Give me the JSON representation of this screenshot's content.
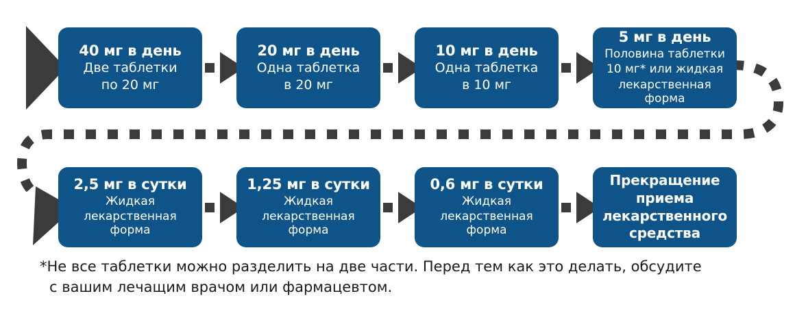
{
  "diagram": {
    "title_text": "",
    "colors": {
      "box_blue": "#0e5489",
      "arrow_gray": "#3b3b3b",
      "text_white": "#ffffff",
      "footnote_black": "#1a1a1a",
      "background": "#ffffff"
    },
    "row1": [
      {
        "id": "step-40mg",
        "title": "40 мг в день",
        "sub_lines": [
          "Две таблетки",
          "по 20 мг"
        ]
      },
      {
        "id": "step-20mg",
        "title": "20 мг в день",
        "sub_lines": [
          "Одна таблетка",
          "в 20 мг"
        ]
      },
      {
        "id": "step-10mg",
        "title": "10 мг в день",
        "sub_lines": [
          "Одна таблетка",
          "в 10 мг"
        ]
      },
      {
        "id": "step-5mg",
        "title": "5 мг в день",
        "sub_lines": [
          "Половина таблетки",
          "10 мг* или жидкая",
          "лекарственная форма"
        ]
      }
    ],
    "row2": [
      {
        "id": "step-2-5mg",
        "title": "2,5 мг в сутки",
        "sub_lines": [
          "Жидкая",
          "лекарственная форма"
        ]
      },
      {
        "id": "step-1-25mg",
        "title": "1,25 мг в сутки",
        "sub_lines": [
          "Жидкая",
          "лекарственная форма"
        ]
      },
      {
        "id": "step-0-6mg",
        "title": "0,6 мг в сутки",
        "sub_lines": [
          "Жидкая",
          "лекарственная форма"
        ]
      },
      {
        "id": "step-stop",
        "title": "Прекращение приема лекарственного средства",
        "sub_lines": []
      }
    ],
    "footnote": {
      "line1": "*Не все таблетки можно разделить на две части. Перед тем как это делать, обсудите",
      "line2": "с вашим лечащим врачом или фармацевтом."
    }
  }
}
